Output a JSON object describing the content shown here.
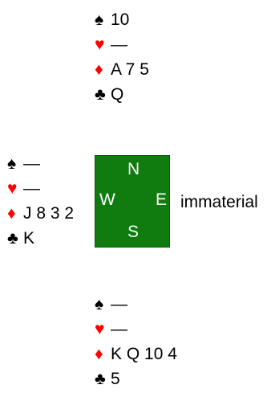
{
  "suit_symbols": {
    "spade": "♠",
    "heart": "♥",
    "diamond": "♦",
    "club": "♣"
  },
  "colors": {
    "red_suit": "#ff0000",
    "black_suit": "#000000",
    "table_green": "#107c10",
    "compass_text": "#ffffff"
  },
  "north": {
    "spades": "10",
    "hearts": "—",
    "diamonds": "A 7 5",
    "clubs": "Q"
  },
  "west": {
    "spades": "—",
    "hearts": "—",
    "diamonds": "J 8 3 2",
    "clubs": "K"
  },
  "south": {
    "spades": "—",
    "hearts": "—",
    "diamonds": "K Q 10 4",
    "clubs": "5"
  },
  "compass": {
    "north_label": "N",
    "west_label": "W",
    "east_label": "E",
    "south_label": "S"
  },
  "east_note": "immaterial"
}
